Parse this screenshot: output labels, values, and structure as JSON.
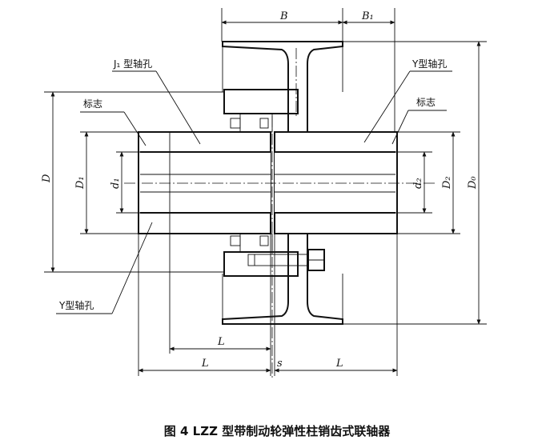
{
  "labels": {
    "j1_bore": "J₁ 型轴孔",
    "y_bore_right": "Y型轴孔",
    "y_bore_left": "Y型轴孔",
    "mark_left": "标志",
    "mark_right": "标志"
  },
  "dims": {
    "B": "B",
    "B1": "B₁",
    "D": "D",
    "D1": "D₁",
    "d1": "d₁",
    "d2": "d₂",
    "D2": "D₂",
    "D0": "D₀",
    "L_inner": "L",
    "L_left": "L",
    "s": "s",
    "L_right": "L"
  },
  "caption": "图 4    LZZ 型带制动轮弹性柱销齿式联轴器"
}
